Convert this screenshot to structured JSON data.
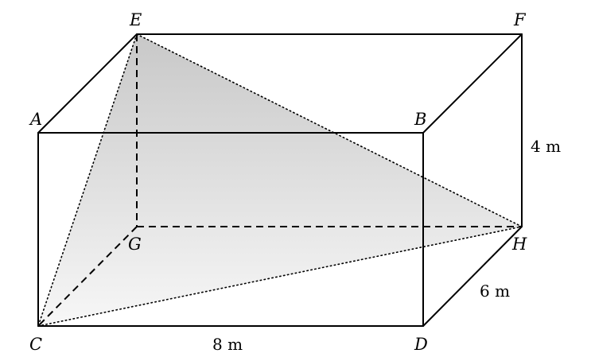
{
  "vertices": {
    "A": "A",
    "B": "B",
    "C": "C",
    "D": "D",
    "E": "E",
    "F": "F",
    "G": "G",
    "H": "H"
  },
  "dimensions": {
    "height": "4 m",
    "depth": "6 m",
    "length": "8 m"
  },
  "colors": {
    "shade_top": "#c8c8c8",
    "shade_bottom": "#f7f7f7",
    "line": "#000000"
  }
}
